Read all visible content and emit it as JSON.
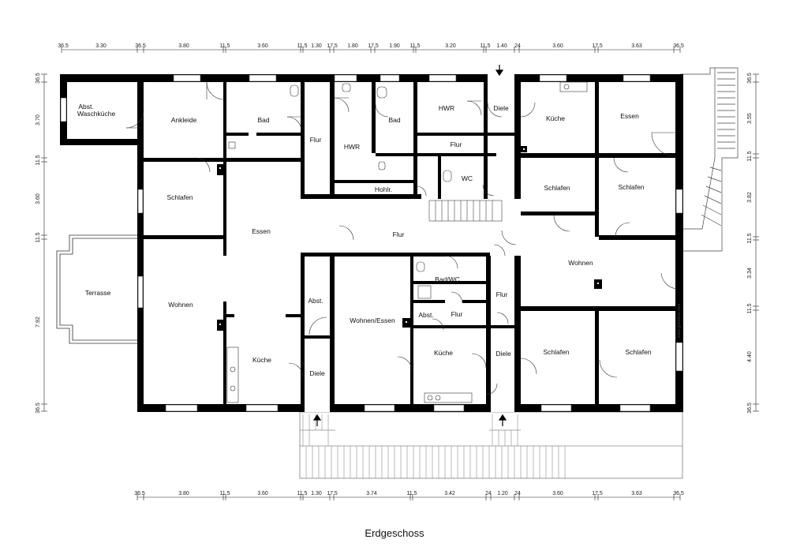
{
  "caption": "Erdgeschoss",
  "watermark": "www.grundriss.com",
  "rooms": [
    {
      "label": "Abst."
    },
    {
      "label": "Waschküche"
    },
    {
      "label": "Ankleide"
    },
    {
      "label": "Bad"
    },
    {
      "label": "Flur"
    },
    {
      "label": "HWR"
    },
    {
      "label": "Bad"
    },
    {
      "label": "HWR"
    },
    {
      "label": "Diele"
    },
    {
      "label": "Flur"
    },
    {
      "label": "WC"
    },
    {
      "label": "Hohlr."
    },
    {
      "label": "Küche"
    },
    {
      "label": "Essen"
    },
    {
      "label": "Schlafen"
    },
    {
      "label": "Schlafen"
    },
    {
      "label": "Schlafen"
    },
    {
      "label": "Essen"
    },
    {
      "label": "Flur"
    },
    {
      "label": "Wohnen"
    },
    {
      "label": "Terrasse"
    },
    {
      "label": "Wohnen"
    },
    {
      "label": "Abst."
    },
    {
      "label": "Wohnen/Essen"
    },
    {
      "label": "Bad/WC"
    },
    {
      "label": "Flur"
    },
    {
      "label": "Abst."
    },
    {
      "label": "Flur"
    },
    {
      "label": "Küche"
    },
    {
      "label": "Diele"
    },
    {
      "label": "Küche"
    },
    {
      "label": "Diele"
    },
    {
      "label": "Schlafen"
    },
    {
      "label": "Schlafen"
    }
  ],
  "dims_top": [
    "36.5",
    "3.30",
    "36.5",
    "3.80",
    "11.5",
    "3.60",
    "11.5",
    "1.30",
    "17.5",
    "1.80",
    "17.5",
    "1.90",
    "11.5",
    "3.20",
    "11.5",
    "1.40",
    "24",
    "3.60",
    "17.5",
    "3.63",
    "36.5"
  ],
  "dims_bottom": [
    "36.5",
    "3.80",
    "11.5",
    "3.60",
    "11.5",
    "1.30",
    "17.5",
    "3.74",
    "11.5",
    "3.42",
    "24",
    "1.20",
    "24",
    "3.60",
    "17.5",
    "3.63",
    "36.5"
  ],
  "dims_left": [
    "36.5",
    "3.70",
    "11.5",
    "3.60",
    "11.5",
    "7.92",
    "36.5"
  ],
  "dims_right": [
    "36.5",
    "3.55",
    "11.5",
    "3.82",
    "11.5",
    "3.34",
    "11.5",
    "4.40",
    "36.5"
  ]
}
